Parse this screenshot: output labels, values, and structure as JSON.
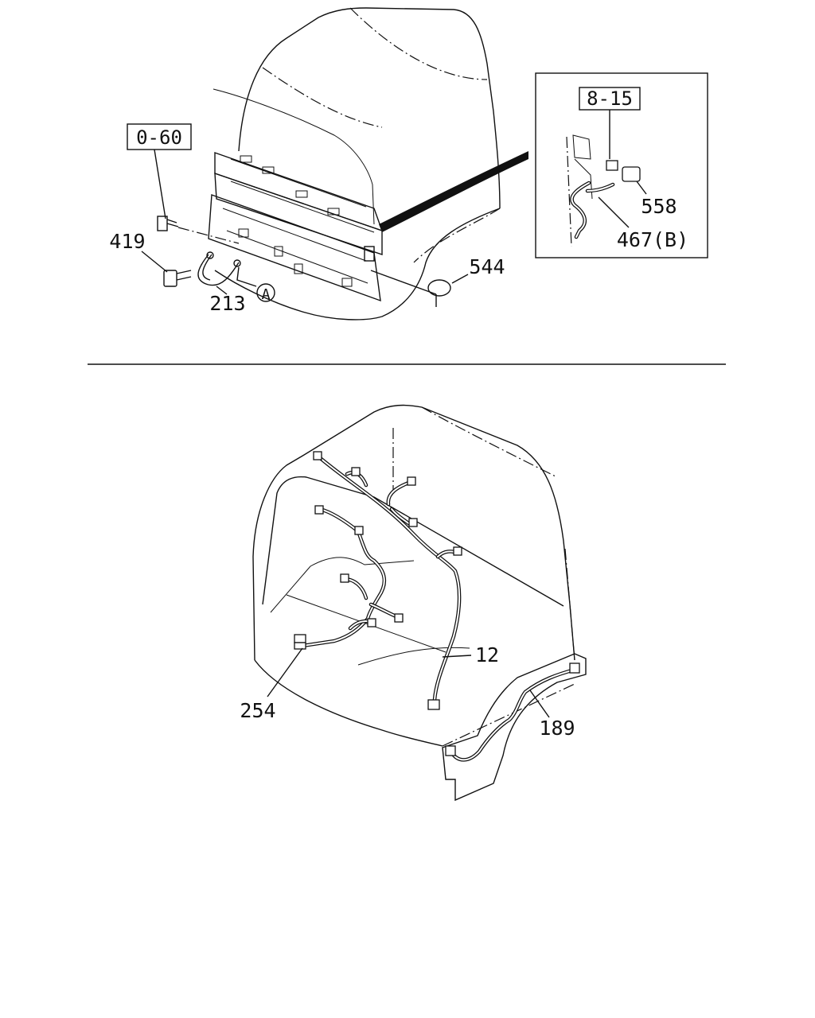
{
  "top_diagram": {
    "ref_boxes": [
      {
        "id": "ref-0-60",
        "text": "0-60"
      },
      {
        "id": "ref-8-15",
        "text": "8-15"
      }
    ],
    "callouts": {
      "c419": "419",
      "c213": "213",
      "c544": "544",
      "c558": "558",
      "c467b": "467(B)"
    },
    "marker": "A"
  },
  "bottom_diagram": {
    "callouts": {
      "c12": "12",
      "c254": "254",
      "c189": "189"
    }
  }
}
